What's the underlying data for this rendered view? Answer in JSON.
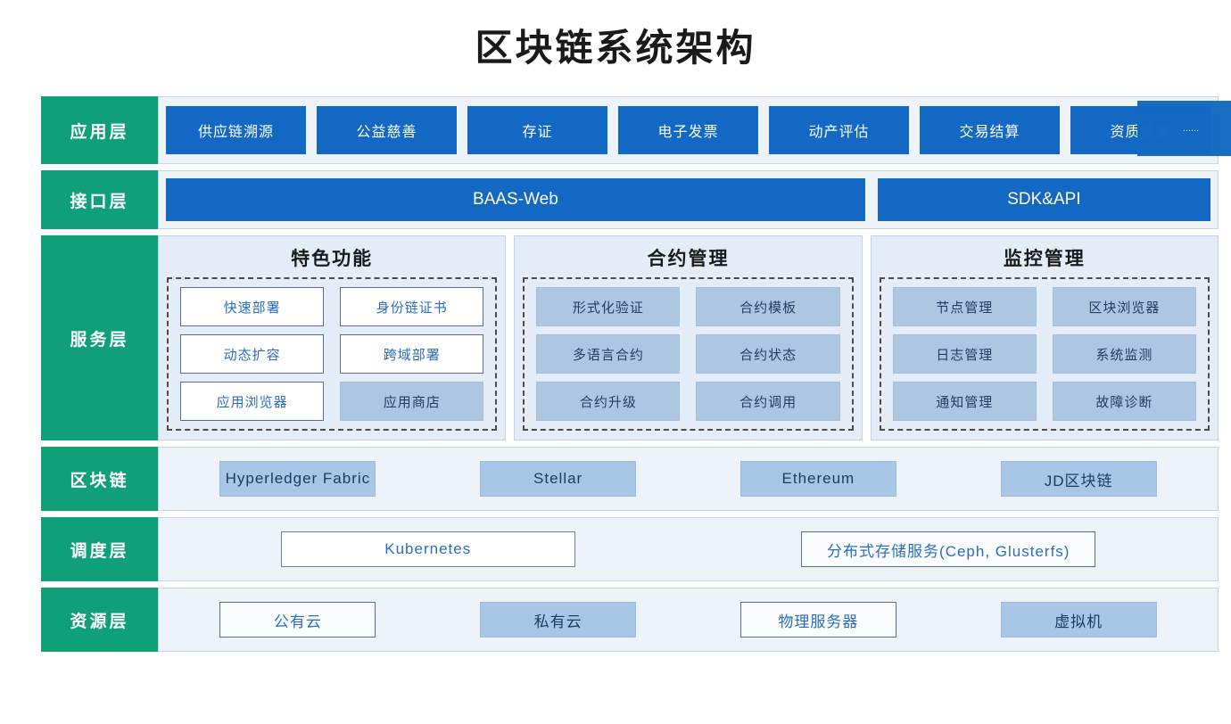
{
  "title": "区块链系统架构",
  "layers": {
    "application": {
      "label": "应用层",
      "items": [
        "供应链溯源",
        "公益慈善",
        "存证",
        "电子发票",
        "动产评估",
        "交易结算",
        "资质备案"
      ],
      "overflow_item": "......"
    },
    "interface": {
      "label": "接口层",
      "items": [
        "BAAS-Web",
        "SDK&API"
      ]
    },
    "service": {
      "label": "服务层",
      "panels": [
        {
          "title": "特色功能",
          "cells": [
            {
              "label": "快速部署",
              "style": "outline"
            },
            {
              "label": "身份链证书",
              "style": "outline"
            },
            {
              "label": "动态扩容",
              "style": "outline"
            },
            {
              "label": "跨域部署",
              "style": "outline"
            },
            {
              "label": "应用浏览器",
              "style": "outline"
            },
            {
              "label": "应用商店",
              "style": "fill"
            }
          ]
        },
        {
          "title": "合约管理",
          "cells": [
            {
              "label": "形式化验证",
              "style": "fill"
            },
            {
              "label": "合约模板",
              "style": "fill"
            },
            {
              "label": "多语言合约",
              "style": "fill"
            },
            {
              "label": "合约状态",
              "style": "fill"
            },
            {
              "label": "合约升级",
              "style": "fill"
            },
            {
              "label": "合约调用",
              "style": "fill"
            }
          ]
        },
        {
          "title": "监控管理",
          "cells": [
            {
              "label": "节点管理",
              "style": "fill"
            },
            {
              "label": "区块浏览器",
              "style": "fill"
            },
            {
              "label": "日志管理",
              "style": "fill"
            },
            {
              "label": "系统监测",
              "style": "fill"
            },
            {
              "label": "通知管理",
              "style": "fill"
            },
            {
              "label": "故障诊断",
              "style": "fill"
            }
          ]
        }
      ]
    },
    "blockchain": {
      "label": "区块链",
      "items": [
        {
          "label": "Hyperledger Fabric",
          "style": "fill"
        },
        {
          "label": "Stellar",
          "style": "fill"
        },
        {
          "label": "Ethereum",
          "style": "fill"
        },
        {
          "label": "JD区块链",
          "style": "fill"
        }
      ]
    },
    "scheduling": {
      "label": "调度层",
      "items": [
        {
          "label": "Kubernetes",
          "style": "k8s"
        },
        {
          "label": "分布式存储服务(Ceph, Glusterfs)",
          "style": "wide-outline"
        }
      ]
    },
    "resource": {
      "label": "资源层",
      "items": [
        {
          "label": "公有云",
          "style": "outline"
        },
        {
          "label": "私有云",
          "style": "fill"
        },
        {
          "label": "物理服务器",
          "style": "outline"
        },
        {
          "label": "虚拟机",
          "style": "fill"
        }
      ]
    }
  },
  "colors": {
    "layer_green": "#10a079",
    "accent_blue": "#1268c3",
    "panel_fill": "#adc7e3",
    "strip_bg": "#eef3f9"
  }
}
